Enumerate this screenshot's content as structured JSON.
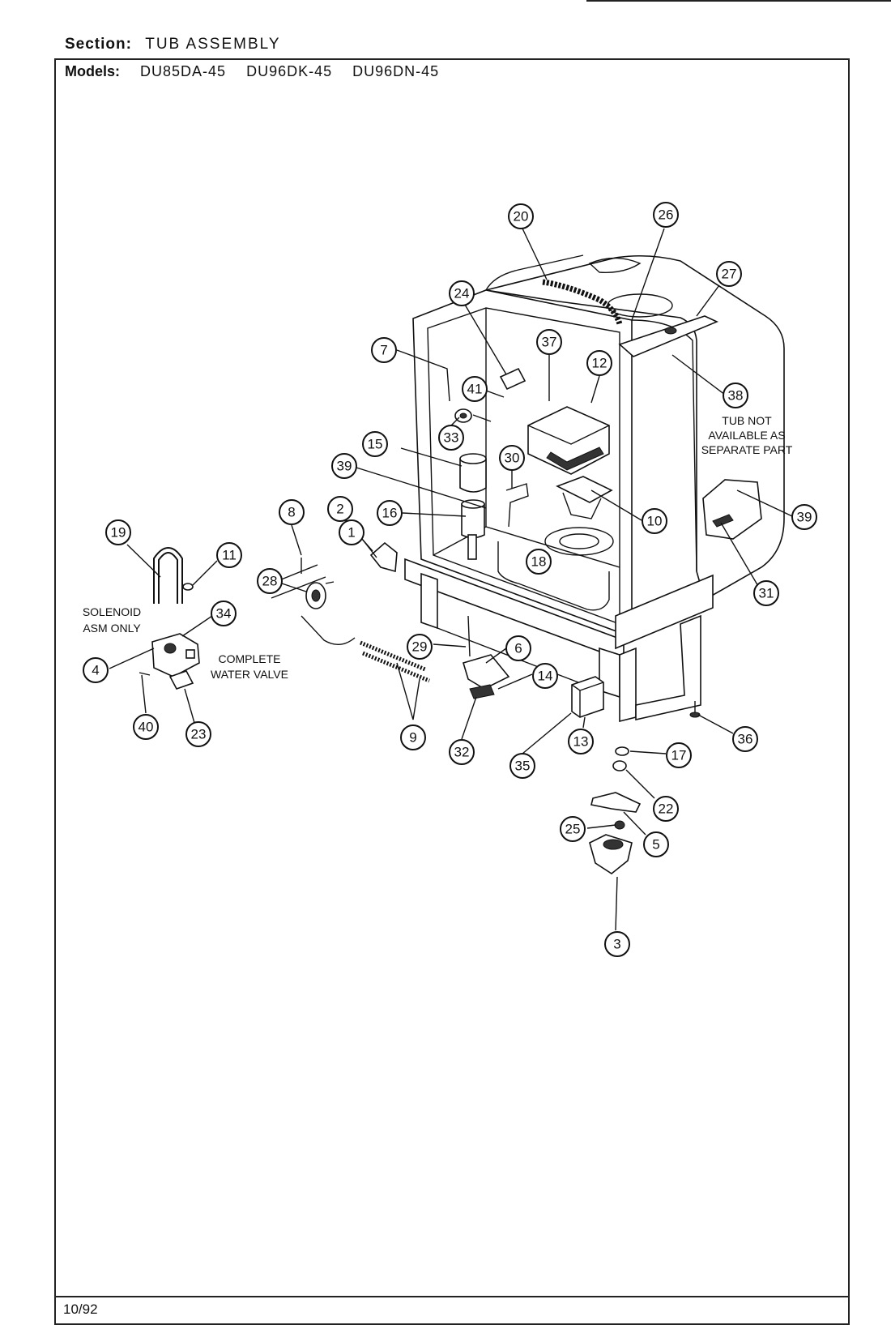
{
  "header": {
    "section_label": "Section:",
    "section_value": "TUB ASSEMBLY",
    "models_label": "Models:",
    "models": [
      "DU85DA-45",
      "DU96DK-45",
      "DU96DN-45"
    ]
  },
  "footer": {
    "date": "10/92"
  },
  "notes": {
    "solenoid": [
      "SOLENOID",
      "ASM ONLY"
    ],
    "water_valve": [
      "COMPLETE",
      "WATER VALVE"
    ],
    "tub": [
      "TUB NOT",
      "AVAILABLE AS",
      "SEPARATE PART"
    ]
  },
  "callouts": [
    "1",
    "2",
    "3",
    "4",
    "5",
    "6",
    "7",
    "8",
    "9",
    "10",
    "11",
    "12",
    "13",
    "14",
    "15",
    "16",
    "17",
    "18",
    "19",
    "20",
    "22",
    "23",
    "24",
    "25",
    "26",
    "27",
    "28",
    "29",
    "30",
    "31",
    "32",
    "33",
    "34",
    "35",
    "36",
    "37",
    "38",
    "39",
    "40",
    "41"
  ]
}
